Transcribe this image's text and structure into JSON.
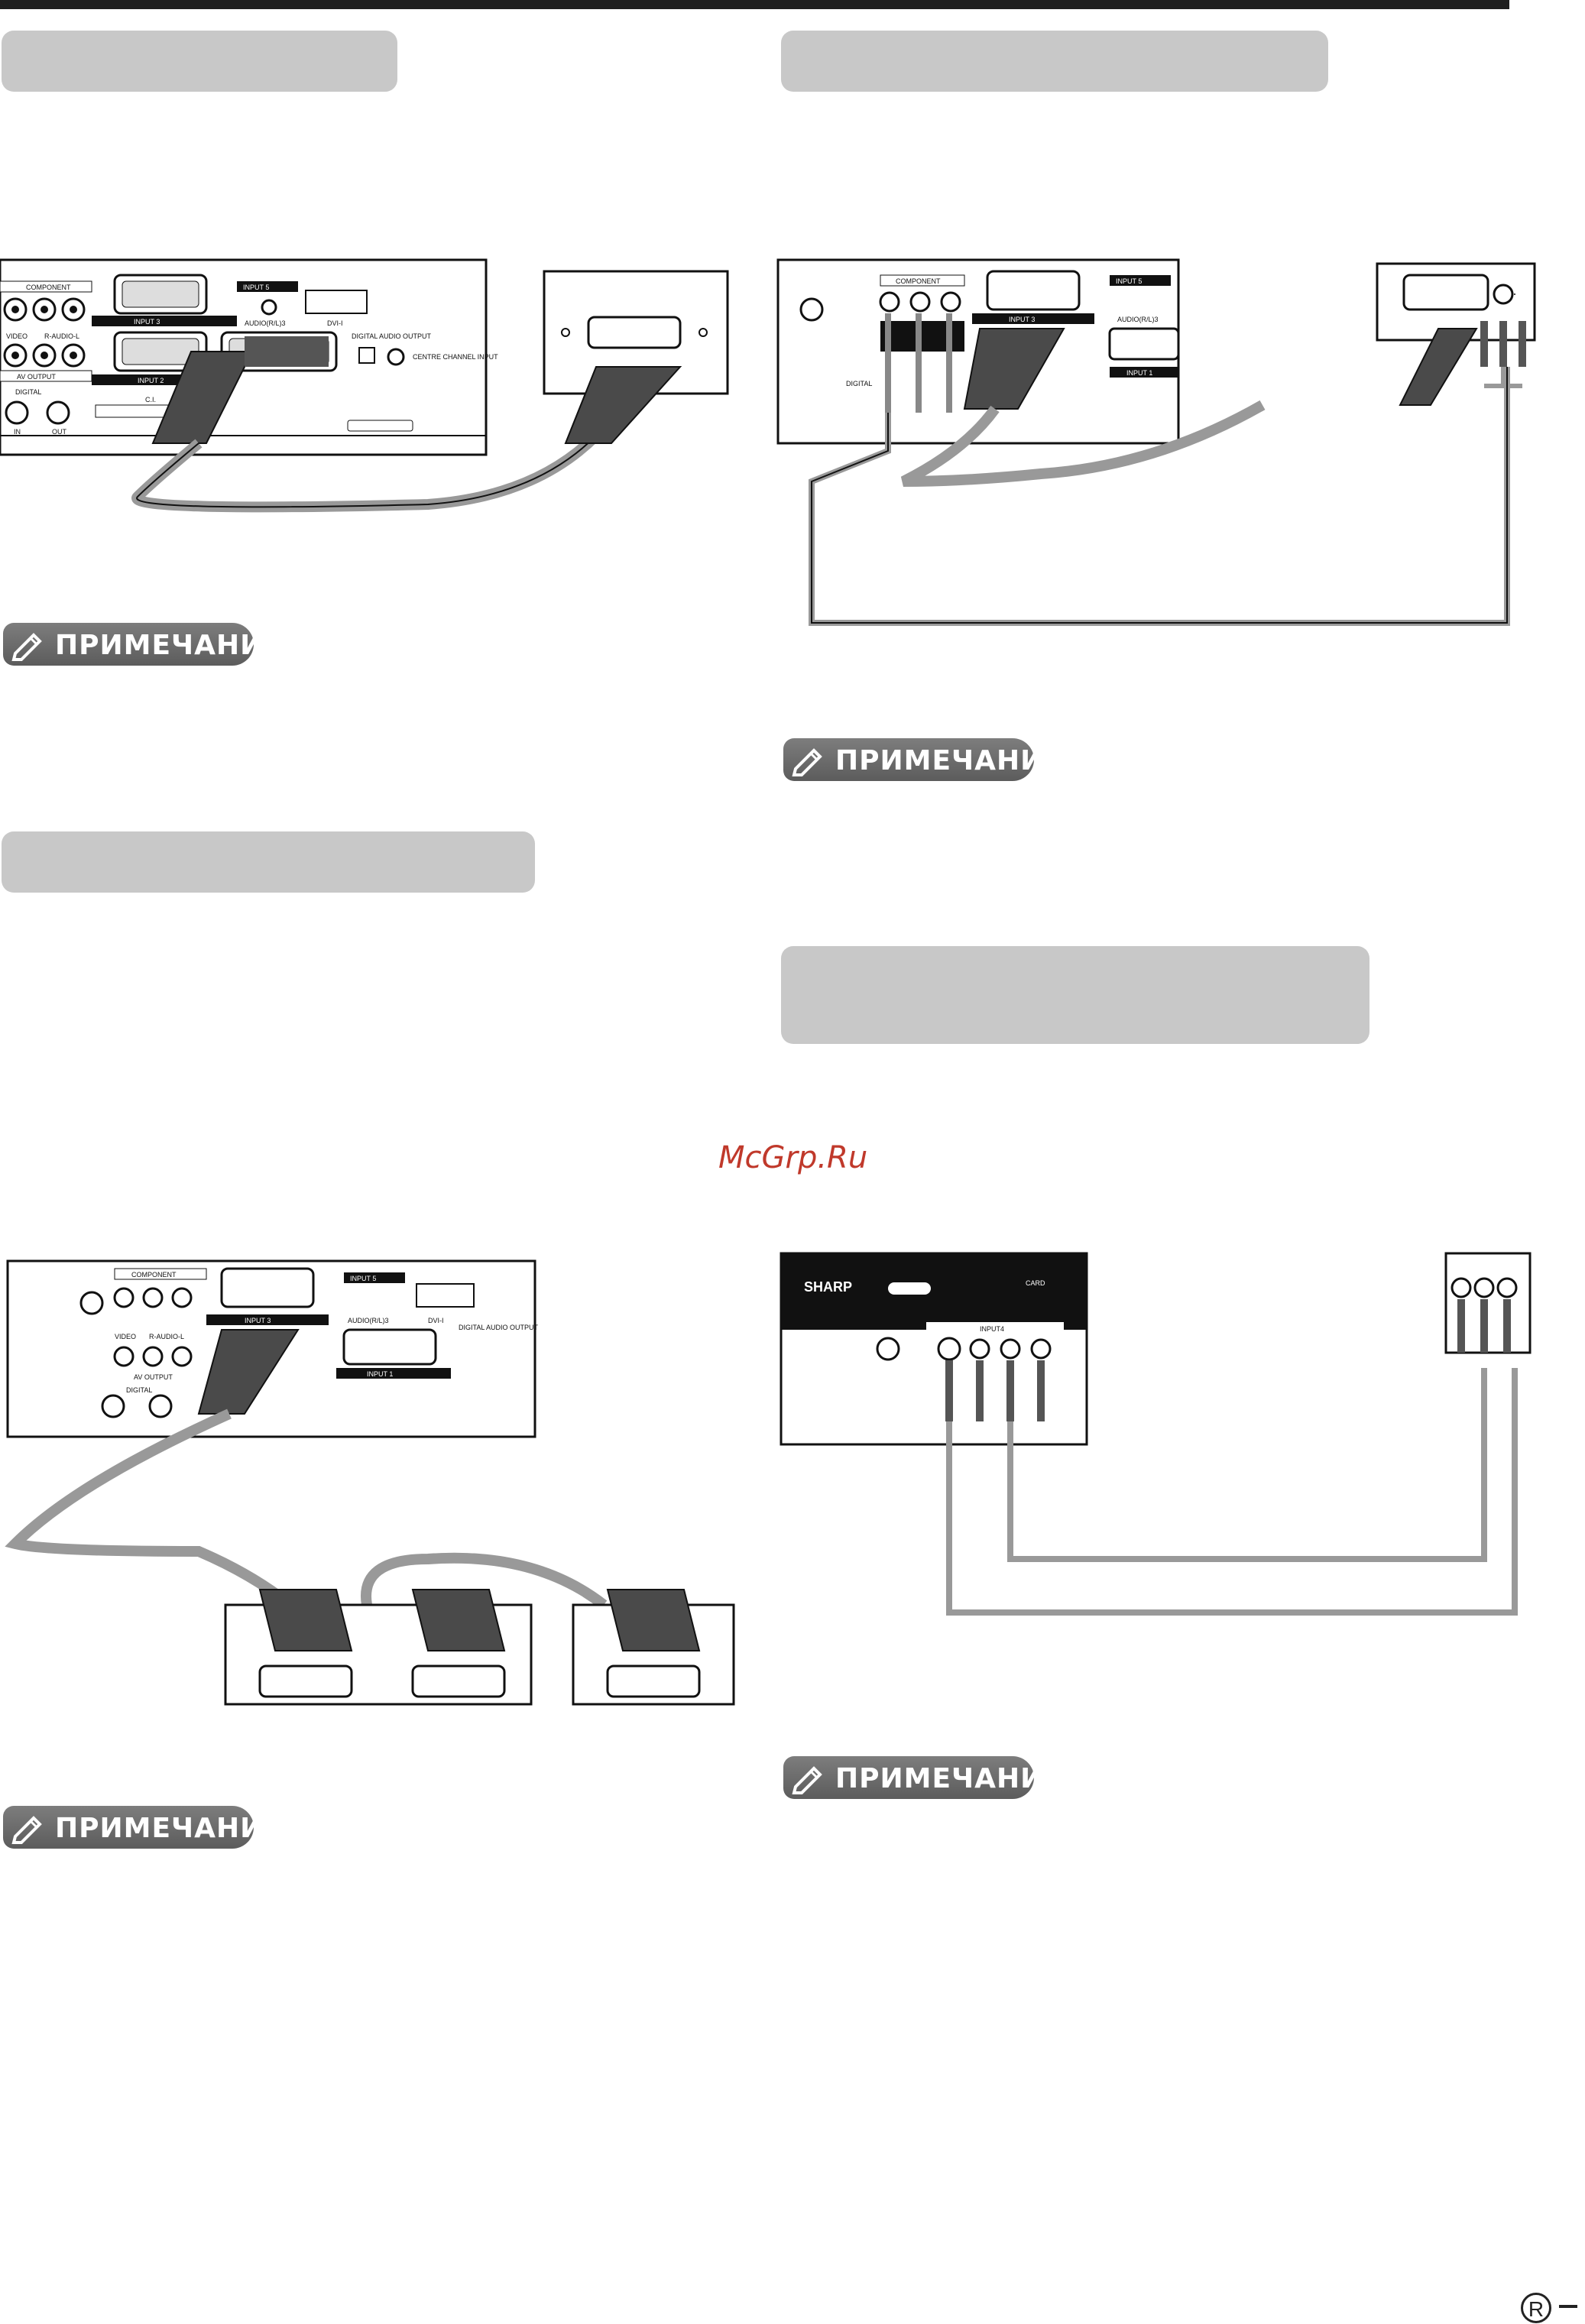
{
  "note_label": "ПРИМЕЧАНИЕ",
  "watermark": "McGrp.Ru",
  "page_mark": "R",
  "panel_labels": {
    "component": "COMPONENT",
    "input3": "INPUT 3",
    "input5": "INPUT 5",
    "audio_dvi": "AUDIO(R/L)3",
    "dvi": "DVI-I",
    "video": "VIDEO",
    "r_audio_l": "R-AUDIO-L",
    "av_output": "AV OUTPUT",
    "input2": "INPUT 2",
    "input1": "INPUT 1",
    "digital_audio": "DIGITAL AUDIO OUTPUT",
    "centre": "CENTRE CHANNEL INPUT",
    "ci": "C.I.",
    "digital": "DIGITAL",
    "in": "IN",
    "out": "OUT",
    "sharp": "SHARP",
    "input4": "INPUT4",
    "card": "CARD"
  },
  "icons": {
    "note": "pencil-note-icon",
    "antenna": "antenna-icon",
    "headphone": "headphone-icon"
  },
  "colors": {
    "section_bar": "#c8c8c8",
    "note_pill": "#6a6a6a",
    "cable": "#9a9a9a",
    "watermark": "#c0392b"
  }
}
